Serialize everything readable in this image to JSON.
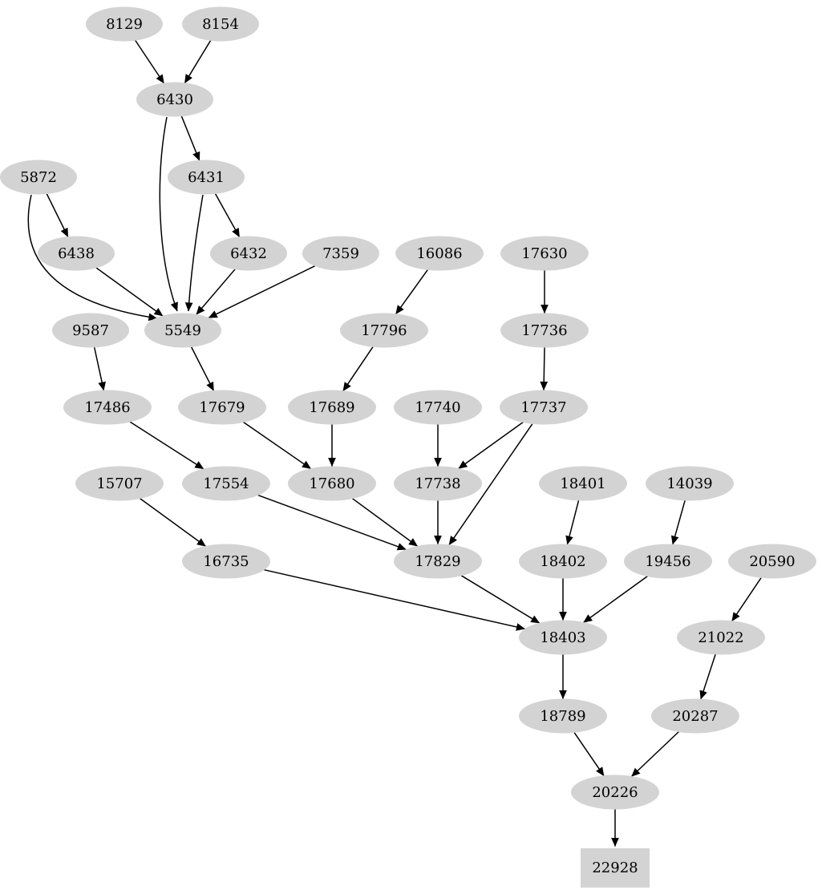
{
  "graph": {
    "type": "directed-acyclic-graph",
    "background_color": "#ffffff",
    "node_fill_color": "#d3d3d3",
    "node_text_color": "#000000",
    "edge_color": "#000000",
    "nodes": [
      {
        "id": "8129",
        "label": "8129",
        "shape": "ellipse"
      },
      {
        "id": "8154",
        "label": "8154",
        "shape": "ellipse"
      },
      {
        "id": "6430",
        "label": "6430",
        "shape": "ellipse"
      },
      {
        "id": "5872",
        "label": "5872",
        "shape": "ellipse"
      },
      {
        "id": "6431",
        "label": "6431",
        "shape": "ellipse"
      },
      {
        "id": "6438",
        "label": "6438",
        "shape": "ellipse"
      },
      {
        "id": "6432",
        "label": "6432",
        "shape": "ellipse"
      },
      {
        "id": "7359",
        "label": "7359",
        "shape": "ellipse"
      },
      {
        "id": "16086",
        "label": "16086",
        "shape": "ellipse"
      },
      {
        "id": "17630",
        "label": "17630",
        "shape": "ellipse"
      },
      {
        "id": "9587",
        "label": "9587",
        "shape": "ellipse"
      },
      {
        "id": "5549",
        "label": "5549",
        "shape": "ellipse"
      },
      {
        "id": "17796",
        "label": "17796",
        "shape": "ellipse"
      },
      {
        "id": "17736",
        "label": "17736",
        "shape": "ellipse"
      },
      {
        "id": "17486",
        "label": "17486",
        "shape": "ellipse"
      },
      {
        "id": "17679",
        "label": "17679",
        "shape": "ellipse"
      },
      {
        "id": "17689",
        "label": "17689",
        "shape": "ellipse"
      },
      {
        "id": "17740",
        "label": "17740",
        "shape": "ellipse"
      },
      {
        "id": "17737",
        "label": "17737",
        "shape": "ellipse"
      },
      {
        "id": "15707",
        "label": "15707",
        "shape": "ellipse"
      },
      {
        "id": "17554",
        "label": "17554",
        "shape": "ellipse"
      },
      {
        "id": "17680",
        "label": "17680",
        "shape": "ellipse"
      },
      {
        "id": "17738",
        "label": "17738",
        "shape": "ellipse"
      },
      {
        "id": "18401",
        "label": "18401",
        "shape": "ellipse"
      },
      {
        "id": "14039",
        "label": "14039",
        "shape": "ellipse"
      },
      {
        "id": "16735",
        "label": "16735",
        "shape": "ellipse"
      },
      {
        "id": "17829",
        "label": "17829",
        "shape": "ellipse"
      },
      {
        "id": "18402",
        "label": "18402",
        "shape": "ellipse"
      },
      {
        "id": "19456",
        "label": "19456",
        "shape": "ellipse"
      },
      {
        "id": "20590",
        "label": "20590",
        "shape": "ellipse"
      },
      {
        "id": "18403",
        "label": "18403",
        "shape": "ellipse"
      },
      {
        "id": "21022",
        "label": "21022",
        "shape": "ellipse"
      },
      {
        "id": "18789",
        "label": "18789",
        "shape": "ellipse"
      },
      {
        "id": "20287",
        "label": "20287",
        "shape": "ellipse"
      },
      {
        "id": "20226",
        "label": "20226",
        "shape": "ellipse"
      },
      {
        "id": "22928",
        "label": "22928",
        "shape": "box"
      }
    ],
    "edges": [
      {
        "from": "8129",
        "to": "6430"
      },
      {
        "from": "8154",
        "to": "6430"
      },
      {
        "from": "6430",
        "to": "6431"
      },
      {
        "from": "6430",
        "to": "5549"
      },
      {
        "from": "5872",
        "to": "6438"
      },
      {
        "from": "5872",
        "to": "5549"
      },
      {
        "from": "6431",
        "to": "6432"
      },
      {
        "from": "6431",
        "to": "5549"
      },
      {
        "from": "6438",
        "to": "5549"
      },
      {
        "from": "6432",
        "to": "5549"
      },
      {
        "from": "7359",
        "to": "5549"
      },
      {
        "from": "16086",
        "to": "17796"
      },
      {
        "from": "17630",
        "to": "17736"
      },
      {
        "from": "17796",
        "to": "17689"
      },
      {
        "from": "17736",
        "to": "17737"
      },
      {
        "from": "9587",
        "to": "17486"
      },
      {
        "from": "5549",
        "to": "17679"
      },
      {
        "from": "17486",
        "to": "17554"
      },
      {
        "from": "17679",
        "to": "17680"
      },
      {
        "from": "17689",
        "to": "17680"
      },
      {
        "from": "17740",
        "to": "17738"
      },
      {
        "from": "17737",
        "to": "17738"
      },
      {
        "from": "17737",
        "to": "17829"
      },
      {
        "from": "15707",
        "to": "16735"
      },
      {
        "from": "17554",
        "to": "17829"
      },
      {
        "from": "17680",
        "to": "17829"
      },
      {
        "from": "17738",
        "to": "17829"
      },
      {
        "from": "18401",
        "to": "18402"
      },
      {
        "from": "14039",
        "to": "19456"
      },
      {
        "from": "16735",
        "to": "18403"
      },
      {
        "from": "17829",
        "to": "18403"
      },
      {
        "from": "18402",
        "to": "18403"
      },
      {
        "from": "19456",
        "to": "18403"
      },
      {
        "from": "20590",
        "to": "21022"
      },
      {
        "from": "18403",
        "to": "18789"
      },
      {
        "from": "21022",
        "to": "20287"
      },
      {
        "from": "18789",
        "to": "20226"
      },
      {
        "from": "20287",
        "to": "20226"
      },
      {
        "from": "20226",
        "to": "22928"
      }
    ]
  }
}
